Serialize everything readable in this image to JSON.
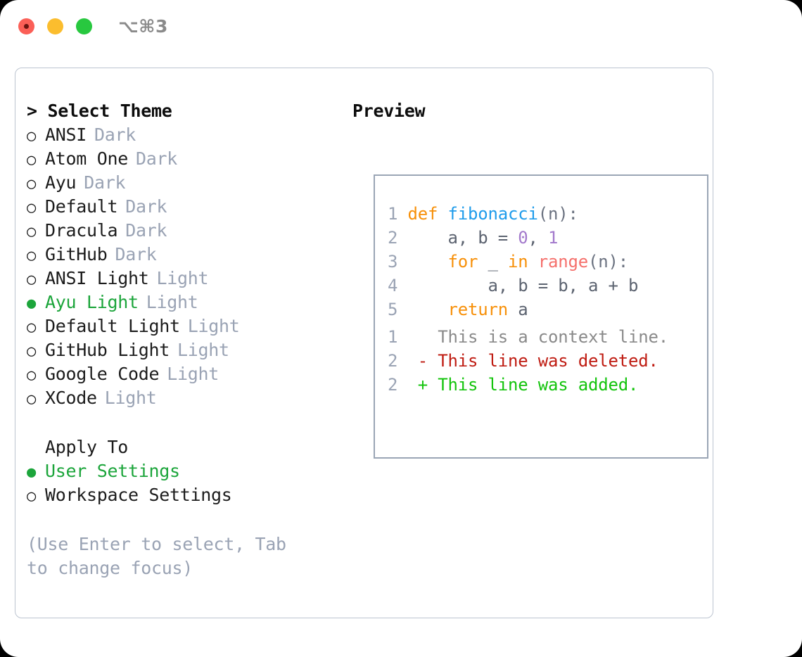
{
  "titlebar": {
    "shortcut": "⌥⌘3",
    "buttons": [
      {
        "name": "close",
        "color": "#fb5f57"
      },
      {
        "name": "minimize",
        "color": "#fbbd2e"
      },
      {
        "name": "maximize",
        "color": "#28c83f"
      }
    ]
  },
  "left": {
    "heading": "> Select Theme",
    "bullet_selected": "●",
    "bullet_unselected": "○",
    "themes": [
      {
        "name": "ANSI",
        "kind": "Dark",
        "selected": false
      },
      {
        "name": "Atom One",
        "kind": "Dark",
        "selected": false
      },
      {
        "name": "Ayu",
        "kind": "Dark",
        "selected": false
      },
      {
        "name": "Default",
        "kind": "Dark",
        "selected": false
      },
      {
        "name": "Dracula",
        "kind": "Dark",
        "selected": false
      },
      {
        "name": "GitHub",
        "kind": "Dark",
        "selected": false
      },
      {
        "name": "ANSI Light",
        "kind": "Light",
        "selected": false
      },
      {
        "name": "Ayu Light",
        "kind": "Light",
        "selected": true
      },
      {
        "name": "Default Light",
        "kind": "Light",
        "selected": false
      },
      {
        "name": "GitHub Light",
        "kind": "Light",
        "selected": false
      },
      {
        "name": "Google Code",
        "kind": "Light",
        "selected": false
      },
      {
        "name": "XCode",
        "kind": "Light",
        "selected": false
      }
    ],
    "apply_to": {
      "heading": "Apply To",
      "options": [
        {
          "label": "User Settings",
          "selected": true
        },
        {
          "label": "Workspace Settings",
          "selected": false
        }
      ]
    },
    "hint": "(Use Enter to select, Tab to change focus)"
  },
  "right": {
    "heading": "Preview",
    "code_lines": [
      {
        "no": "1",
        "tokens": [
          {
            "t": "def",
            "c": "kw"
          },
          {
            "t": " ",
            "c": "plain"
          },
          {
            "t": "fibonacci",
            "c": "fn"
          },
          {
            "t": "(n):",
            "c": "punct"
          }
        ]
      },
      {
        "no": "2",
        "tokens": [
          {
            "t": "    a, b = ",
            "c": "plain"
          },
          {
            "t": "0",
            "c": "num"
          },
          {
            "t": ", ",
            "c": "plain"
          },
          {
            "t": "1",
            "c": "num"
          }
        ]
      },
      {
        "no": "3",
        "tokens": [
          {
            "t": "    ",
            "c": "plain"
          },
          {
            "t": "for",
            "c": "kw"
          },
          {
            "t": " _ ",
            "c": "plain"
          },
          {
            "t": "in",
            "c": "kw"
          },
          {
            "t": " ",
            "c": "plain"
          },
          {
            "t": "range",
            "c": "call"
          },
          {
            "t": "(n):",
            "c": "punct"
          }
        ]
      },
      {
        "no": "4",
        "tokens": [
          {
            "t": "        a, b = b, a + b",
            "c": "plain"
          }
        ]
      },
      {
        "no": "5",
        "tokens": [
          {
            "t": "    ",
            "c": "plain"
          },
          {
            "t": "return",
            "c": "kw"
          },
          {
            "t": " a",
            "c": "plain"
          }
        ]
      }
    ],
    "diff_lines": [
      {
        "no": "1",
        "marker": " ",
        "text": "This is a context line.",
        "kind": "d-ctx"
      },
      {
        "no": "2",
        "marker": "-",
        "text": "This line was deleted.",
        "kind": "d-del"
      },
      {
        "no": "2",
        "marker": "+",
        "text": "This line was added.",
        "kind": "d-add"
      }
    ]
  },
  "colors": {
    "accent_green": "#1ca53b",
    "muted": "#9aa3b4",
    "border": "#9aa5b5",
    "frame_border": "#bcc4d0",
    "kw_orange": "#f79009",
    "fn_blue": "#1f9ceb",
    "num_purple": "#a37acc",
    "call_red": "#f5706c",
    "diff_deleted": "#bf1c12",
    "diff_added": "#14c40d"
  }
}
